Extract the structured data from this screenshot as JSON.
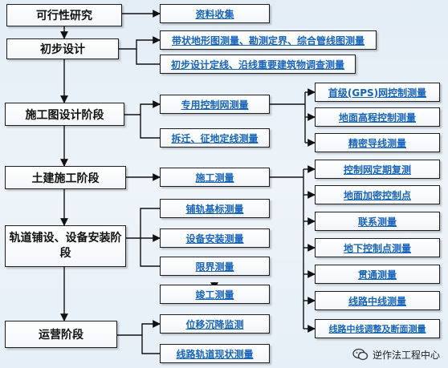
{
  "stages": {
    "feasibility": "可行性研究",
    "preliminary": "初步设计",
    "construction_drawing": "施工图设计阶段",
    "civil_construction": "土建施工阶段",
    "track_equipment": "轨道铺设、设备安装阶段",
    "operation": "运营阶段"
  },
  "tasks": {
    "data_collection": "资料收集",
    "strip_topo": "带状地形图测量、勘测定界、综合管线图测量",
    "prelim_alignment": "初步设计定线、沿线重要建筑物调查测量",
    "dedicated_network": "专用控制网测量",
    "demolition": "拆迁、征地定线测量",
    "construction_survey": "施工测量",
    "track_base_pile": "铺轨基标测量",
    "equipment_install": "设备安装测量",
    "clearance": "限界测量",
    "completion": "竣工测量",
    "settlement": "位移沉降监测",
    "track_status": "线路轨道现状测量"
  },
  "subtasks": {
    "gps_network": "首级(GPS)网控制测量",
    "ground_elevation": "地面高程控制测量",
    "precise_traverse": "精密导线测量",
    "periodic_resurvey": "控制网定期复测",
    "ground_densify": "地面加密控制点",
    "connection": "联系测量",
    "underground_control": "地下控制点测量",
    "breakthrough": "贯通测量",
    "centerline": "线路中线测量",
    "adjust_section": "线路中线调整及断面测量"
  },
  "watermark": "逆作法工程中心"
}
